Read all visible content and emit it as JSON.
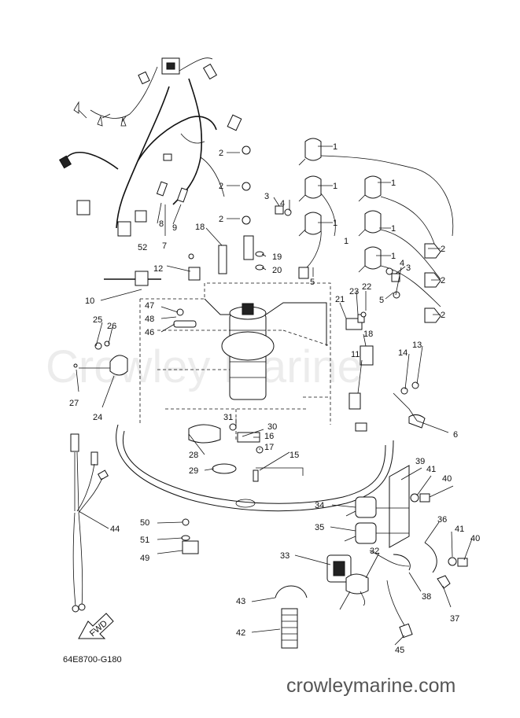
{
  "diagram": {
    "watermark": "Crowley Marine",
    "diagram_code": "64E8700-G180",
    "website": "crowleymarine.com",
    "fwd_label": "FWD",
    "callouts": [
      {
        "id": "1a",
        "text": "1"
      },
      {
        "id": "1b",
        "text": "1"
      },
      {
        "id": "1c",
        "text": "1"
      },
      {
        "id": "1d",
        "text": "1"
      },
      {
        "id": "1e",
        "text": "1"
      },
      {
        "id": "1f",
        "text": "1"
      },
      {
        "id": "1g",
        "text": "1"
      },
      {
        "id": "2a",
        "text": "2"
      },
      {
        "id": "2b",
        "text": "2"
      },
      {
        "id": "2c",
        "text": "2"
      },
      {
        "id": "2d",
        "text": "2"
      },
      {
        "id": "2e",
        "text": "2"
      },
      {
        "id": "2f",
        "text": "2"
      },
      {
        "id": "3a",
        "text": "3"
      },
      {
        "id": "3b",
        "text": "3"
      },
      {
        "id": "4a",
        "text": "4"
      },
      {
        "id": "4b",
        "text": "4"
      },
      {
        "id": "5a",
        "text": "5"
      },
      {
        "id": "5b",
        "text": "5"
      },
      {
        "id": "6",
        "text": "6"
      },
      {
        "id": "7",
        "text": "7"
      },
      {
        "id": "8",
        "text": "8"
      },
      {
        "id": "9",
        "text": "9"
      },
      {
        "id": "10",
        "text": "10"
      },
      {
        "id": "11",
        "text": "11"
      },
      {
        "id": "12",
        "text": "12"
      },
      {
        "id": "13",
        "text": "13"
      },
      {
        "id": "14",
        "text": "14"
      },
      {
        "id": "15",
        "text": "15"
      },
      {
        "id": "16",
        "text": "16"
      },
      {
        "id": "17",
        "text": "17"
      },
      {
        "id": "18a",
        "text": "18"
      },
      {
        "id": "18b",
        "text": "18"
      },
      {
        "id": "19",
        "text": "19"
      },
      {
        "id": "20",
        "text": "20"
      },
      {
        "id": "21",
        "text": "21"
      },
      {
        "id": "22",
        "text": "22"
      },
      {
        "id": "23",
        "text": "23"
      },
      {
        "id": "24",
        "text": "24"
      },
      {
        "id": "25",
        "text": "25"
      },
      {
        "id": "26",
        "text": "26"
      },
      {
        "id": "27",
        "text": "27"
      },
      {
        "id": "28",
        "text": "28"
      },
      {
        "id": "29",
        "text": "29"
      },
      {
        "id": "30",
        "text": "30"
      },
      {
        "id": "31",
        "text": "31"
      },
      {
        "id": "32",
        "text": "32"
      },
      {
        "id": "33",
        "text": "33"
      },
      {
        "id": "34",
        "text": "34"
      },
      {
        "id": "35",
        "text": "35"
      },
      {
        "id": "36",
        "text": "36"
      },
      {
        "id": "37",
        "text": "37"
      },
      {
        "id": "38",
        "text": "38"
      },
      {
        "id": "39",
        "text": "39"
      },
      {
        "id": "40a",
        "text": "40"
      },
      {
        "id": "40b",
        "text": "40"
      },
      {
        "id": "41a",
        "text": "41"
      },
      {
        "id": "41b",
        "text": "41"
      },
      {
        "id": "42",
        "text": "42"
      },
      {
        "id": "43",
        "text": "43"
      },
      {
        "id": "44",
        "text": "44"
      },
      {
        "id": "45",
        "text": "45"
      },
      {
        "id": "46",
        "text": "46"
      },
      {
        "id": "47",
        "text": "47"
      },
      {
        "id": "48",
        "text": "48"
      },
      {
        "id": "49",
        "text": "49"
      },
      {
        "id": "50",
        "text": "50"
      },
      {
        "id": "51",
        "text": "51"
      },
      {
        "id": "52",
        "text": "52"
      }
    ]
  }
}
